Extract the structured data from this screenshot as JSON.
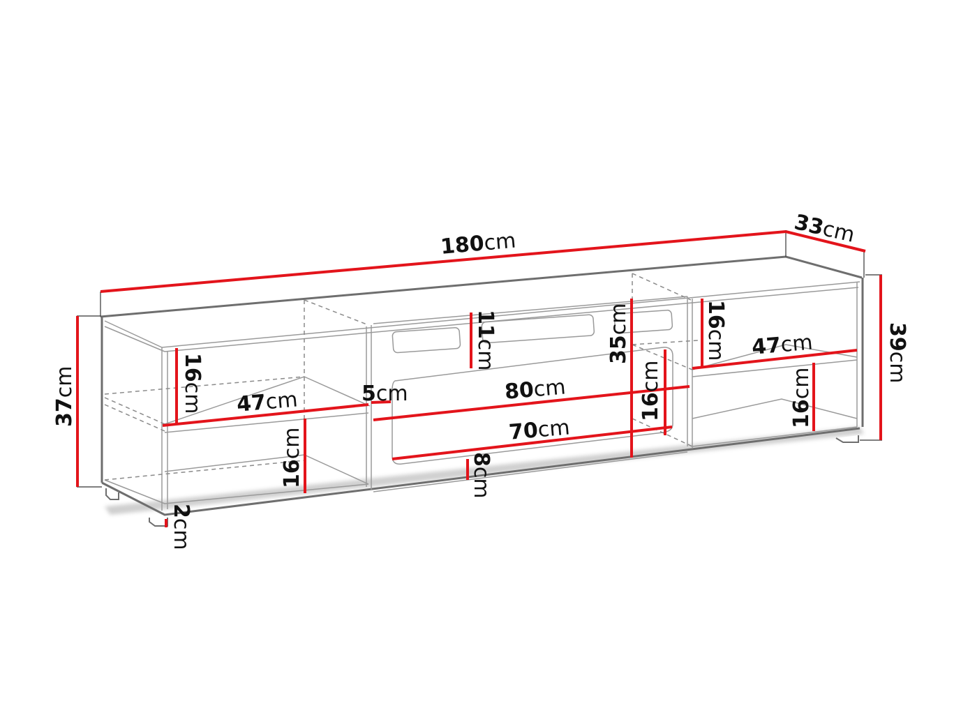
{
  "title": "TV cabinet dimension drawing",
  "colors": {
    "dimension_line": "#e3141b",
    "outline": "#6e6e6e",
    "inner_line": "#9a9a9a",
    "text": "#111111",
    "background": "#ffffff"
  },
  "unit": "cm",
  "dimensions": {
    "overall_width": {
      "value": "180",
      "unit": "cm"
    },
    "depth": {
      "value": "33",
      "unit": "cm"
    },
    "overall_height_right": {
      "value": "39",
      "unit": "cm"
    },
    "body_height_left": {
      "value": "37",
      "unit": "cm"
    },
    "leg_height": {
      "value": "2",
      "unit": "cm"
    },
    "left_upper_compartment_height": {
      "value": "16",
      "unit": "cm"
    },
    "left_shelf_width": {
      "value": "47",
      "unit": "cm"
    },
    "left_lower_compartment_height": {
      "value": "16",
      "unit": "cm"
    },
    "panel_offset": {
      "value": "5",
      "unit": "cm"
    },
    "top_gap_height": {
      "value": "11",
      "unit": "cm"
    },
    "middle_width": {
      "value": "80",
      "unit": "cm"
    },
    "inner_opening_width": {
      "value": "70",
      "unit": "cm"
    },
    "bottom_gap_height": {
      "value": "8",
      "unit": "cm"
    },
    "middle_height": {
      "value": "35",
      "unit": "cm"
    },
    "middle_opening_height": {
      "value": "16",
      "unit": "cm"
    },
    "right_upper_compartment_height": {
      "value": "16",
      "unit": "cm"
    },
    "right_shelf_width": {
      "value": "47",
      "unit": "cm"
    },
    "right_lower_compartment_height": {
      "value": "16",
      "unit": "cm"
    }
  }
}
